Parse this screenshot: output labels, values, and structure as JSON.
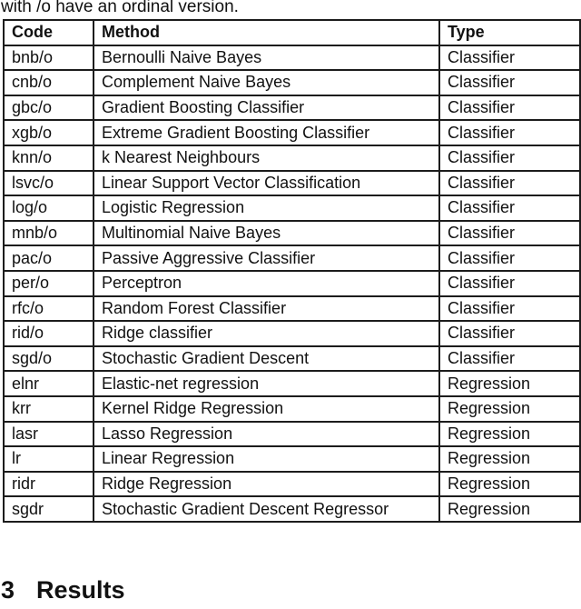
{
  "page": {
    "intro_text": "with /o have an ordinal version.",
    "section_heading": {
      "number": "3",
      "title": "Results"
    }
  },
  "table": {
    "headers": [
      "Code",
      "Method",
      "Type"
    ],
    "rows": [
      [
        "bnb/o",
        "Bernoulli Naive Bayes",
        "Classifier"
      ],
      [
        "cnb/o",
        "Complement Naive Bayes",
        "Classifier"
      ],
      [
        "gbc/o",
        "Gradient Boosting Classifier",
        "Classifier"
      ],
      [
        "xgb/o",
        "Extreme Gradient Boosting Classifier",
        "Classifier"
      ],
      [
        "knn/o",
        "k Nearest Neighbours",
        "Classifier"
      ],
      [
        "lsvc/o",
        "Linear Support Vector Classification",
        "Classifier"
      ],
      [
        "log/o",
        "Logistic Regression",
        "Classifier"
      ],
      [
        "mnb/o",
        "Multinomial Naive Bayes",
        "Classifier"
      ],
      [
        "pac/o",
        "Passive Aggressive Classifier",
        "Classifier"
      ],
      [
        "per/o",
        "Perceptron",
        "Classifier"
      ],
      [
        "rfc/o",
        "Random Forest Classifier",
        "Classifier"
      ],
      [
        "rid/o",
        "Ridge classifier",
        "Classifier"
      ],
      [
        "sgd/o",
        "Stochastic Gradient Descent",
        "Classifier"
      ],
      [
        "elnr",
        "Elastic-net regression",
        "Regression"
      ],
      [
        "krr",
        "Kernel Ridge Regression",
        "Regression"
      ],
      [
        "lasr",
        "Lasso Regression",
        "Regression"
      ],
      [
        "lr",
        "Linear Regression",
        "Regression"
      ],
      [
        "ridr",
        "Ridge Regression",
        "Regression"
      ],
      [
        "sgdr",
        "Stochastic Gradient Descent Regressor",
        "Regression"
      ]
    ],
    "cell_names": "cell-code,cell-method,cell-type"
  }
}
